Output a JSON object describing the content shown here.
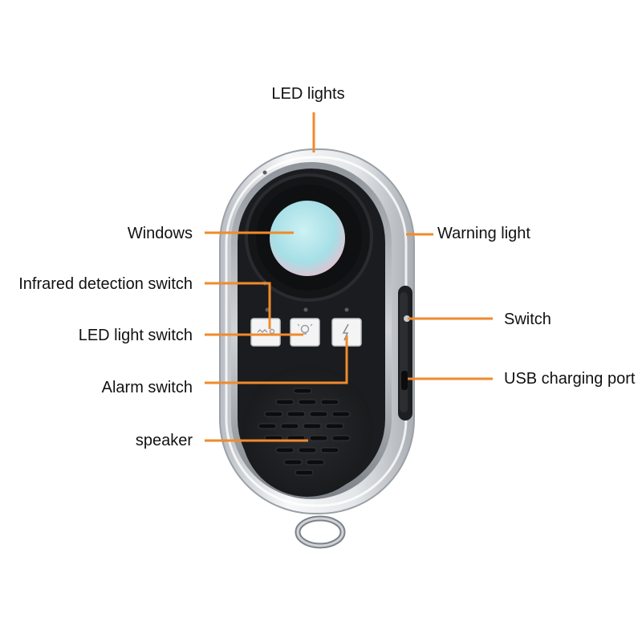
{
  "labels": {
    "led_lights": "LED lights",
    "windows": "Windows",
    "warning_light": "Warning light",
    "infrared_detection_switch": "Infrared detection switch",
    "switch": "Switch",
    "led_light_switch": "LED light switch",
    "usb_charging_port": "USB charging port",
    "alarm_switch": "Alarm switch",
    "speaker": "speaker"
  },
  "colors": {
    "leader_line": "#f08a2c",
    "body_shell": "#d9dde2",
    "face": "#1b1c1f",
    "lens": "#aee3ea",
    "button": "#f4f4f4",
    "text": "#111111"
  },
  "icons": {
    "infrared_button": "ir-icon",
    "led_button": "bulb-icon",
    "alarm_button": "lightning-icon"
  }
}
